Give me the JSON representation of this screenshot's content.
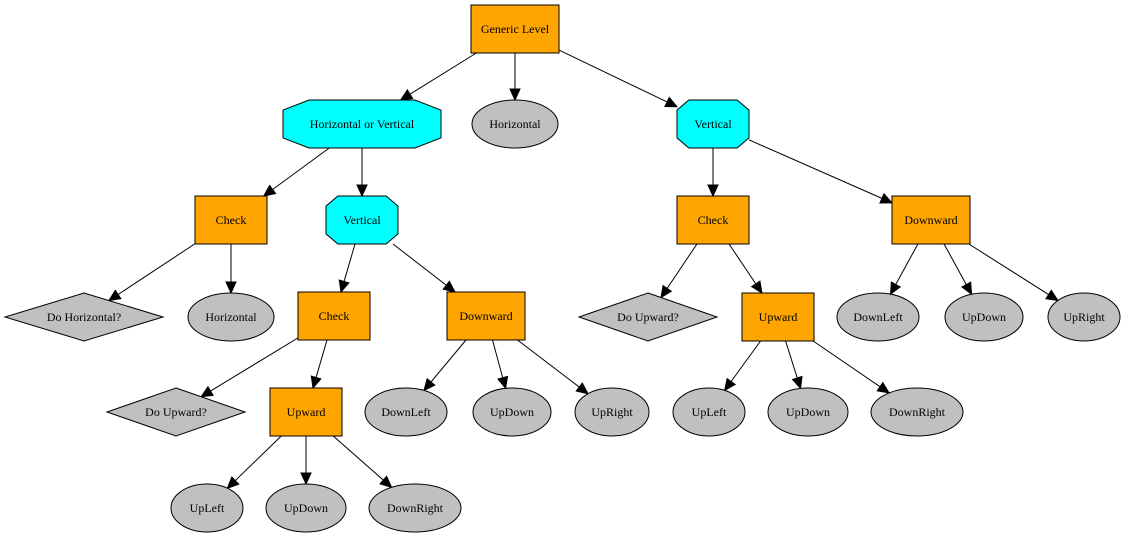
{
  "colors": {
    "box": "#ffa500",
    "octagon": "#00ffff",
    "ellipse": "#c0c0c0",
    "diamond": "#c0c0c0",
    "line": "#000000"
  },
  "nodes": [
    {
      "id": "n0",
      "shape": "box",
      "label": "Generic Level"
    },
    {
      "id": "n1",
      "shape": "octagon",
      "label": "Horizontal or Vertical"
    },
    {
      "id": "n2",
      "shape": "ellipse",
      "label": "Horizontal"
    },
    {
      "id": "n3",
      "shape": "octagon",
      "label": "Vertical"
    },
    {
      "id": "n4",
      "shape": "box",
      "label": "Check"
    },
    {
      "id": "n5",
      "shape": "octagon",
      "label": "Vertical"
    },
    {
      "id": "n6",
      "shape": "diamond",
      "label": "Do Horizontal?"
    },
    {
      "id": "n7",
      "shape": "ellipse",
      "label": "Horizontal"
    },
    {
      "id": "n8",
      "shape": "box",
      "label": "Check"
    },
    {
      "id": "n9",
      "shape": "box",
      "label": "Downward"
    },
    {
      "id": "n10",
      "shape": "diamond",
      "label": "Do Upward?"
    },
    {
      "id": "n11",
      "shape": "box",
      "label": "Upward"
    },
    {
      "id": "n12",
      "shape": "ellipse",
      "label": "UpLeft"
    },
    {
      "id": "n13",
      "shape": "ellipse",
      "label": "UpDown"
    },
    {
      "id": "n14",
      "shape": "ellipse",
      "label": "DownRight"
    },
    {
      "id": "n15",
      "shape": "ellipse",
      "label": "DownLeft"
    },
    {
      "id": "n16",
      "shape": "ellipse",
      "label": "UpDown"
    },
    {
      "id": "n17",
      "shape": "ellipse",
      "label": "UpRight"
    },
    {
      "id": "n18",
      "shape": "box",
      "label": "Check"
    },
    {
      "id": "n19",
      "shape": "box",
      "label": "Downward"
    },
    {
      "id": "n20",
      "shape": "diamond",
      "label": "Do Upward?"
    },
    {
      "id": "n21",
      "shape": "box",
      "label": "Upward"
    },
    {
      "id": "n22",
      "shape": "ellipse",
      "label": "UpLeft"
    },
    {
      "id": "n23",
      "shape": "ellipse",
      "label": "UpDown"
    },
    {
      "id": "n24",
      "shape": "ellipse",
      "label": "DownRight"
    },
    {
      "id": "n25",
      "shape": "ellipse",
      "label": "DownLeft"
    },
    {
      "id": "n26",
      "shape": "ellipse",
      "label": "UpDown"
    },
    {
      "id": "n27",
      "shape": "ellipse",
      "label": "UpRight"
    }
  ],
  "edges": [
    [
      "n0",
      "n1"
    ],
    [
      "n0",
      "n2"
    ],
    [
      "n0",
      "n3"
    ],
    [
      "n1",
      "n4"
    ],
    [
      "n1",
      "n5"
    ],
    [
      "n4",
      "n6"
    ],
    [
      "n4",
      "n7"
    ],
    [
      "n5",
      "n8"
    ],
    [
      "n5",
      "n9"
    ],
    [
      "n8",
      "n10"
    ],
    [
      "n8",
      "n11"
    ],
    [
      "n11",
      "n12"
    ],
    [
      "n11",
      "n13"
    ],
    [
      "n11",
      "n14"
    ],
    [
      "n9",
      "n15"
    ],
    [
      "n9",
      "n16"
    ],
    [
      "n9",
      "n17"
    ],
    [
      "n3",
      "n18"
    ],
    [
      "n3",
      "n19"
    ],
    [
      "n18",
      "n20"
    ],
    [
      "n18",
      "n21"
    ],
    [
      "n21",
      "n22"
    ],
    [
      "n21",
      "n23"
    ],
    [
      "n21",
      "n24"
    ],
    [
      "n19",
      "n25"
    ],
    [
      "n19",
      "n26"
    ],
    [
      "n19",
      "n27"
    ]
  ]
}
